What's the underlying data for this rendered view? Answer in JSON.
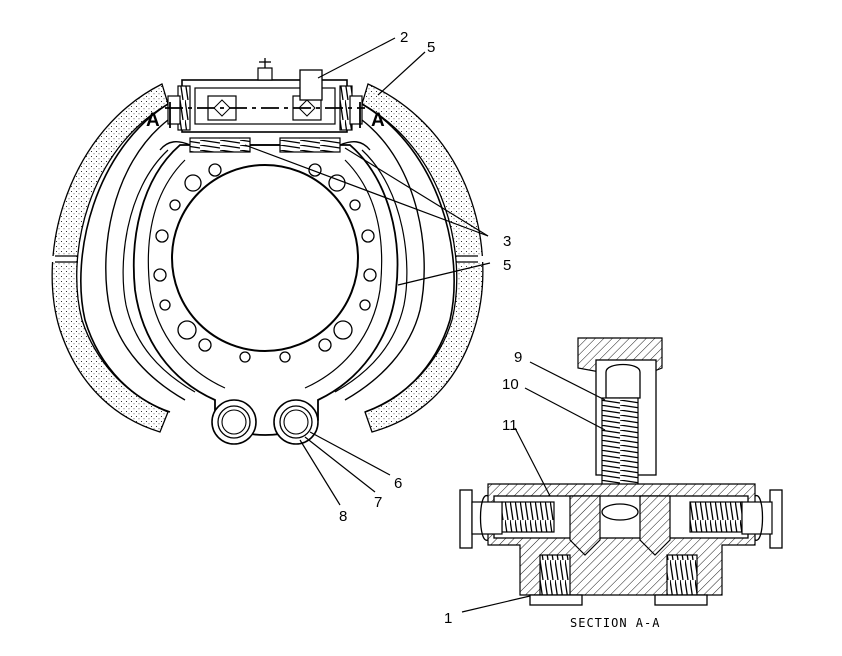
{
  "callouts": {
    "c1": "1",
    "c2": "2",
    "c3": "3",
    "c5_top": "5",
    "c5_right": "5",
    "c6": "6",
    "c7": "7",
    "c8": "8",
    "c9": "9",
    "c10": "10",
    "c11": "11"
  },
  "section_marks": {
    "left": "A",
    "right": "A"
  },
  "caption": "SECTION A-A"
}
